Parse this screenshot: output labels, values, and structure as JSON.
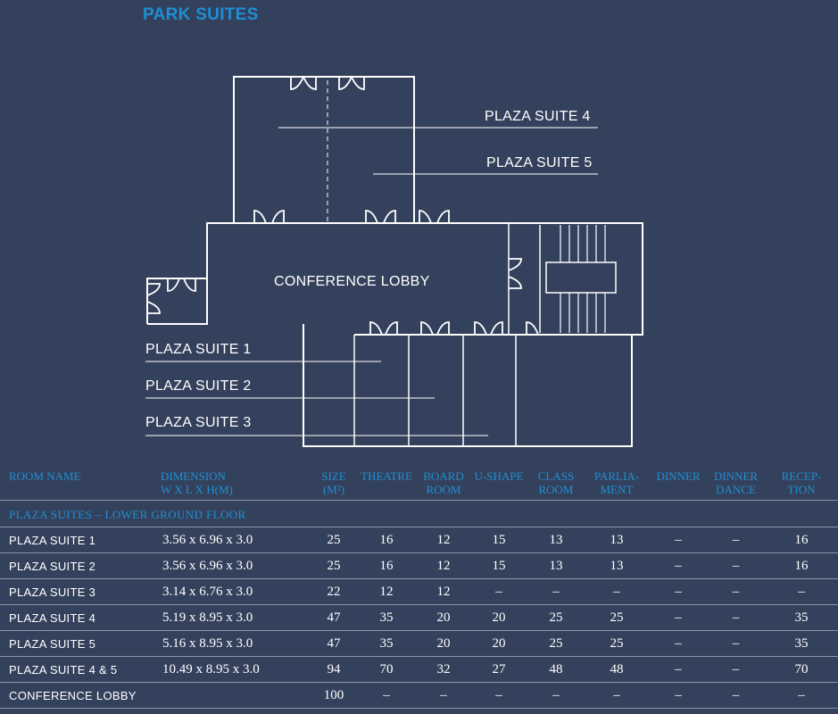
{
  "page_title": "PARK SUITES",
  "floorplan": {
    "labels": {
      "suite4": "PLAZA SUITE 4",
      "suite5": "PLAZA SUITE 5",
      "lobby": "CONFERENCE LOBBY",
      "suite1": "PLAZA SUITE 1",
      "suite2": "PLAZA SUITE 2",
      "suite3": "PLAZA SUITE 3"
    }
  },
  "table": {
    "headers": {
      "room_name": "ROOM NAME",
      "dimension_1": "DIMENSION",
      "dimension_2": "W X L X H(M)",
      "size_1": "SIZE",
      "size_2": "(M²)",
      "theatre": "THEATRE",
      "board_1": "BOARD",
      "board_2": "ROOM",
      "ushape": "U-SHAPE",
      "class_1": "CLASS",
      "class_2": "ROOM",
      "parl_1": "PARLIA-",
      "parl_2": "MENT",
      "dinner": "DINNER",
      "dd_1": "DINNER",
      "dd_2": "DANCE",
      "recep_1": "RECEP-",
      "recep_2": "TION"
    },
    "section": "PLAZA SUITES – LOWER GROUND FLOOR",
    "rows": [
      [
        "PLAZA SUITE 1",
        "3.56 x 6.96 x 3.0",
        "25",
        "16",
        "12",
        "15",
        "13",
        "13",
        "–",
        "–",
        "16"
      ],
      [
        "PLAZA SUITE 2",
        "3.56 x 6.96 x 3.0",
        "25",
        "16",
        "12",
        "15",
        "13",
        "13",
        "–",
        "–",
        "16"
      ],
      [
        "PLAZA SUITE 3",
        "3.14 x 6.76 x 3.0",
        "22",
        "12",
        "12",
        "–",
        "–",
        "–",
        "–",
        "–",
        "–"
      ],
      [
        "PLAZA SUITE 4",
        "5.19 x 8.95 x 3.0",
        "47",
        "35",
        "20",
        "20",
        "25",
        "25",
        "–",
        "–",
        "35"
      ],
      [
        "PLAZA SUITE 5",
        "5.16 x 8.95 x 3.0",
        "47",
        "35",
        "20",
        "20",
        "25",
        "25",
        "–",
        "–",
        "35"
      ],
      [
        "PLAZA SUITE 4 & 5",
        "10.49 x 8.95 x 3.0",
        "94",
        "70",
        "32",
        "27",
        "48",
        "48",
        "–",
        "–",
        "70"
      ],
      [
        "CONFERENCE LOBBY",
        "",
        "100",
        "–",
        "–",
        "–",
        "–",
        "–",
        "–",
        "–",
        "–"
      ]
    ]
  },
  "colors": {
    "background": "#34415c",
    "accent": "#1e8fd5",
    "line": "#ffffff"
  }
}
